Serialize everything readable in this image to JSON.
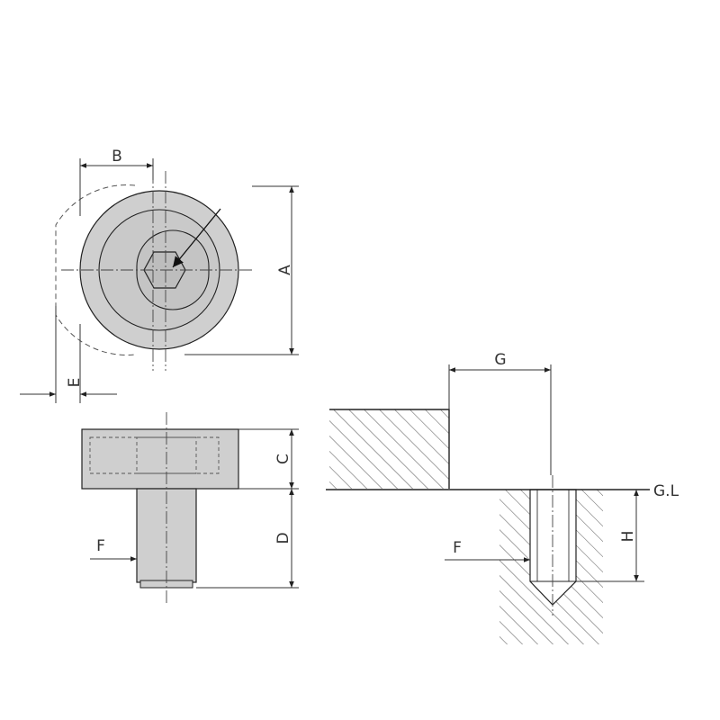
{
  "labels": {
    "A": "A",
    "B": "B",
    "C": "C",
    "D": "D",
    "E": "E",
    "F_left": "F",
    "F_right": "F",
    "G": "G",
    "H": "H",
    "GL": "G.L"
  },
  "colors": {
    "part_fill": "#cfcfcf",
    "part_inner": "#c4c4c4",
    "line": "#222222",
    "hatch": "#555555",
    "background": "#ffffff"
  },
  "icons": {
    "socket": "hex-socket-icon",
    "dimension_arrow": "arrow-icon"
  }
}
